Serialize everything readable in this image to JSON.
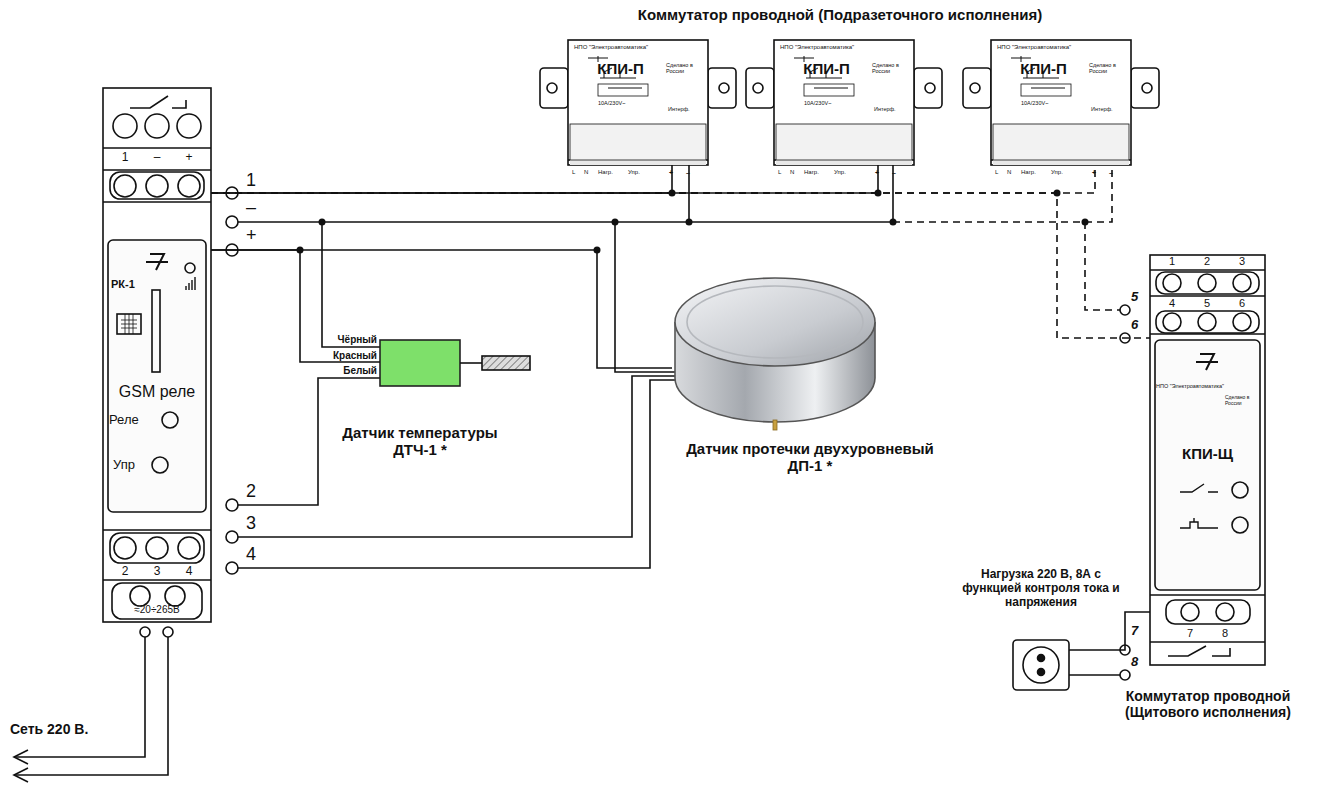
{
  "diagram": {
    "nodes": [
      {
        "text": [
          "РК-1",
          "GSM реле",
          "Реле",
          "Упр",
          "1",
          "–",
          "+",
          "2",
          "3",
          "4",
          "≈20÷265В"
        ]
      },
      {
        "text": [
          "НПО \"Электроавтоматика\"",
          "КПИ-П",
          "Сделано в России",
          "10А/230V~",
          "Интерф.",
          "L",
          "N",
          "Нагр.",
          "Упр.",
          "+",
          "–"
        ]
      },
      {
        "text": [
          "НПО \"Электроавтоматика\"",
          "КПИ-П",
          "Сделано в России",
          "10А/230V~",
          "Интерф.",
          "L",
          "N",
          "Нагр.",
          "Упр.",
          "+",
          "–"
        ]
      },
      {
        "text": [
          "НПО \"Электроавтоматика\"",
          "КПИ-П",
          "Сделано в России",
          "10А/230V~",
          "Интерф.",
          "L",
          "N",
          "Нагр.",
          "Упр.",
          "+",
          "–"
        ]
      },
      {
        "text": [
          "1",
          "2",
          "3",
          "4",
          "5",
          "6",
          "НПО \"Электроавтоматика\"",
          "Сделано в России",
          "КПИ-Щ",
          "7",
          "8"
        ]
      },
      {
        "text": [
          "Датчик температуры ДТЧ-1 *"
        ]
      },
      {
        "text": [
          "Датчик протечки двухуровневый ДП-1 *"
        ]
      },
      {
        "text": [
          "Нагрузка 220 В, 8А с функцией контроля тока и напряжения"
        ]
      }
    ],
    "edges": [
      {
        "from": 0,
        "to": 1,
        "arrow": "none"
      },
      {
        "from": 0,
        "to": 2,
        "arrow": "none"
      },
      {
        "from": 0,
        "to": 3,
        "arrow": "none"
      },
      {
        "from": 0,
        "to": 4,
        "arrow": "none"
      },
      {
        "from": 0,
        "to": 5,
        "arrow": "none"
      },
      {
        "from": 0,
        "to": 6,
        "arrow": "none"
      },
      {
        "from": 4,
        "to": 7,
        "arrow": "none"
      }
    ],
    "labels": [
      "Коммутатор проводной (Подразеточного исполнения)",
      "1",
      "–",
      "+",
      "2",
      "3",
      "4",
      "Чёрный",
      "Красный",
      "Белый",
      "5",
      "6",
      "7",
      "8",
      "Коммутатор проводной (Щитового исполнения)",
      "Сеть 220 В."
    ]
  }
}
